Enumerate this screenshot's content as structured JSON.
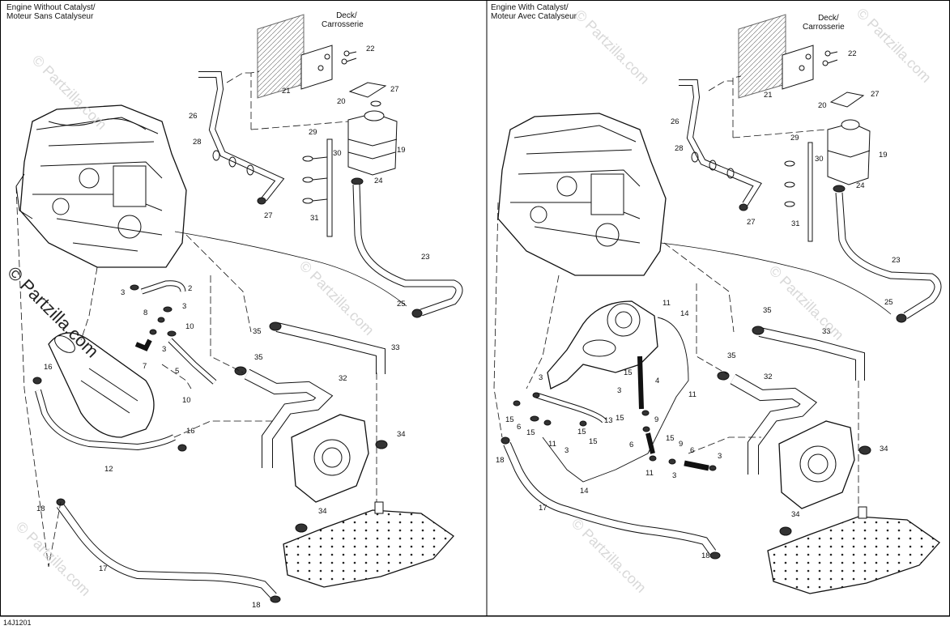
{
  "panels": {
    "left": {
      "title_lines": [
        "Engine Without Catalyst/",
        "Moteur Sans Catalyseur"
      ],
      "deck_lines": [
        "Deck/",
        "Carrosserie"
      ]
    },
    "right": {
      "title_lines": [
        "Engine With Catalyst/",
        "Moteur Avec Catalyseur"
      ],
      "deck_lines": [
        "Deck/",
        "Carrosserie"
      ]
    }
  },
  "left_labels": [
    "22",
    "21",
    "20",
    "27",
    "26",
    "29",
    "30",
    "19",
    "28",
    "24",
    "27",
    "31",
    "23",
    "3",
    "2",
    "25",
    "3",
    "8",
    "35",
    "10",
    "3",
    "33",
    "16",
    "7",
    "5",
    "35",
    "10",
    "32",
    "16",
    "34",
    "12",
    "18",
    "34",
    "17",
    "18"
  ],
  "right_labels": [
    "22",
    "21",
    "20",
    "27",
    "26",
    "29",
    "30",
    "19",
    "28",
    "24",
    "27",
    "31",
    "23",
    "25",
    "35",
    "11",
    "14",
    "33",
    "15",
    "3",
    "4",
    "35",
    "3",
    "11",
    "32",
    "15",
    "13",
    "15",
    "9",
    "15",
    "6",
    "11",
    "15",
    "15",
    "6",
    "15",
    "9",
    "34",
    "3",
    "18",
    "3",
    "6",
    "14",
    "11",
    "3",
    "17",
    "34",
    "18"
  ],
  "drawing_code": "14J1201",
  "watermark": "© Partzilla.com"
}
